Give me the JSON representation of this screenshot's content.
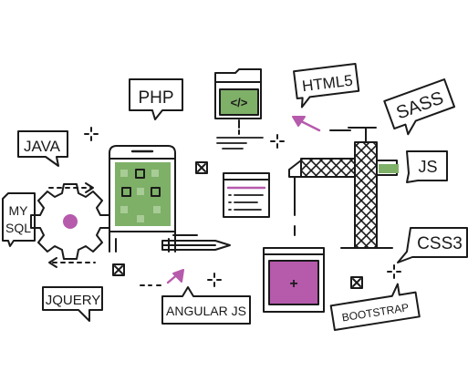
{
  "colors": {
    "ink": "#1a1a1a",
    "green": "#7eb068",
    "green_light": "#a8cc96",
    "magenta": "#b65aac",
    "white": "#ffffff"
  },
  "labels": {
    "php": "PHP",
    "html5": "HTML5",
    "sass": "SASS",
    "java": "JAVA",
    "js": "JS",
    "mysql_line1": "MY",
    "mysql_line2": "SQL",
    "css3": "CSS3",
    "jquery": "JQUERY",
    "angular_js": "ANGULAR JS",
    "bootstrap": "BOOTSTRAP",
    "code_symbol": "</>",
    "plus_symbol": "+"
  },
  "icons": [
    "folder-code-icon",
    "mobile-phone-icon",
    "gear-icon",
    "crane-icon",
    "browser-window-icon",
    "document-list-icon",
    "pen-icon",
    "arrow-icon",
    "sparkle-icon",
    "close-box-icon"
  ]
}
